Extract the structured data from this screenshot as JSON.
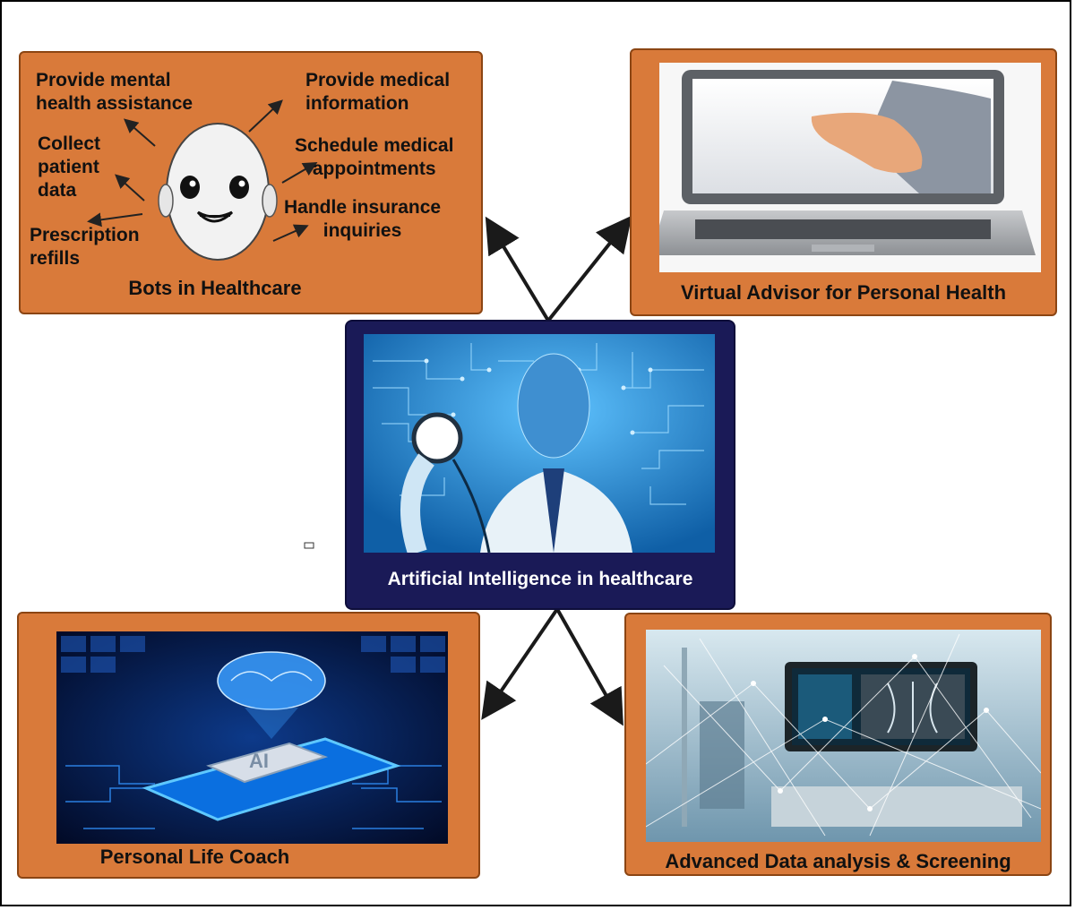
{
  "center": {
    "title": "Artificial Intelligence in healthcare"
  },
  "panels": {
    "bots": {
      "caption": "Bots in Healthcare",
      "labels": {
        "mental": [
          "Provide mental",
          "health assistance"
        ],
        "medical_info": [
          "Provide medical",
          "information"
        ],
        "collect": [
          "Collect",
          "patient",
          "data"
        ],
        "schedule": [
          "Schedule medical",
          "appointments"
        ],
        "insurance": [
          "Handle insurance",
          "inquiries"
        ],
        "prescription": [
          "Prescription",
          "refills"
        ]
      }
    },
    "virtual_advisor": {
      "caption": "Virtual Advisor for Personal Health"
    },
    "life_coach": {
      "caption": "Personal Life Coach",
      "chip_text": "AI"
    },
    "data_analysis": {
      "caption": "Advanced Data analysis & Screening"
    }
  },
  "colors": {
    "panel_fill": "#d97a3a",
    "panel_border": "#8b4513",
    "center_fill": "#1a1a57",
    "arrow": "#1a1a1a"
  }
}
